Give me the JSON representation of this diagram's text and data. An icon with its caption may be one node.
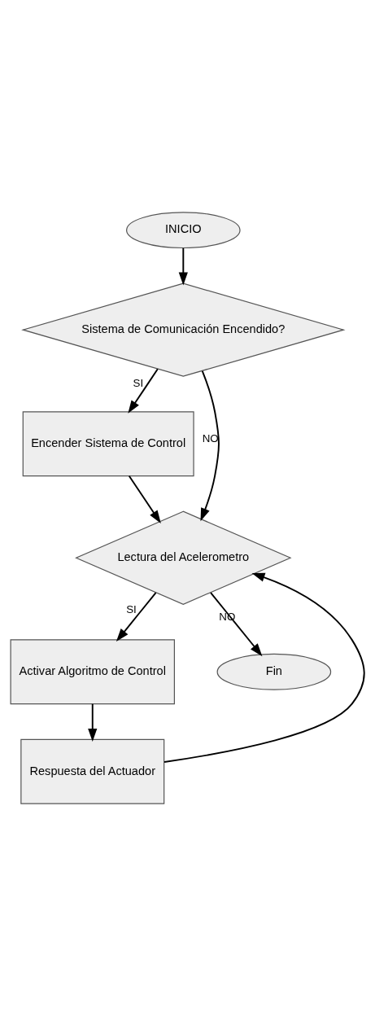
{
  "diagram": {
    "nodes": [
      {
        "text": [
          "INICIO"
        ]
      },
      {
        "text": [
          "Sistema de Comunicación Encendido?"
        ]
      },
      {
        "text": [
          "Encender Sistema de Control"
        ]
      },
      {
        "text": [
          "Lectura del Acelerometro"
        ]
      },
      {
        "text": [
          "Activar Algoritmo de Control"
        ]
      },
      {
        "text": [
          "Respuesta del Actuador"
        ]
      },
      {
        "text": [
          "Fin"
        ]
      }
    ],
    "edges": [
      {
        "from": 0,
        "to": 1,
        "arrow": "to"
      },
      {
        "from": 1,
        "to": 2,
        "arrow": "to",
        "label": "SI"
      },
      {
        "from": 1,
        "to": 3,
        "arrow": "to",
        "label": "NO"
      },
      {
        "from": 2,
        "to": 3,
        "arrow": "to"
      },
      {
        "from": 3,
        "to": 4,
        "arrow": "to",
        "label": "SI"
      },
      {
        "from": 3,
        "to": 6,
        "arrow": "to",
        "label": "NO"
      },
      {
        "from": 4,
        "to": 5,
        "arrow": "to"
      },
      {
        "from": 5,
        "to": 3,
        "arrow": "to"
      }
    ]
  }
}
